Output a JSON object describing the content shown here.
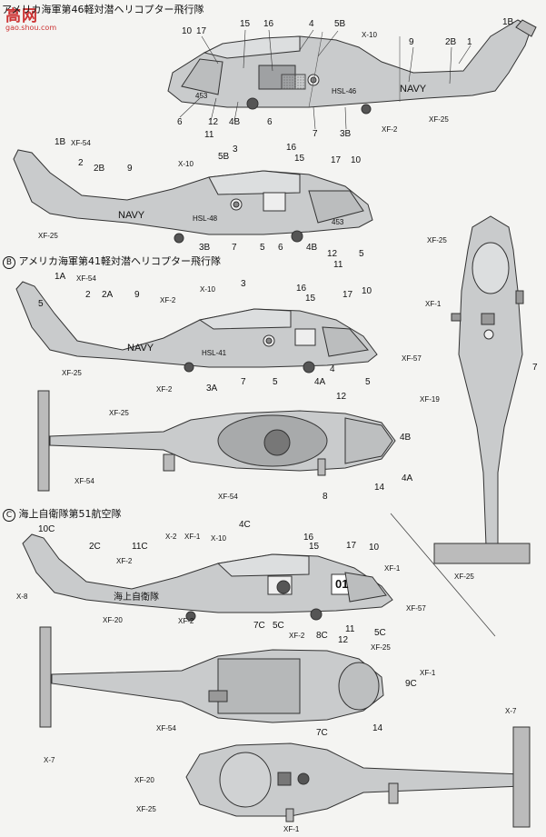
{
  "watermark": {
    "cn": "高网",
    "url": "gao.shou.com"
  },
  "sections": {
    "a_title": "アメリカ海軍第46軽対潜ヘリコプター飛行隊",
    "b_title": "アメリカ海軍第41軽対潜ヘリコプター飛行隊",
    "c_title": "海上自衛隊第51航空隊",
    "b_marker": "B",
    "c_marker": "C"
  },
  "markings": {
    "navy": "NAVY",
    "hsl46": "HSL-46",
    "hsl48": "HSL-48",
    "hsl41": "HSL-41",
    "n453": "453",
    "jmsdf": "海上自衛隊",
    "n01": "01"
  },
  "labels": {
    "a1": [
      "10",
      "17",
      "15",
      "16",
      "4",
      "5B",
      "X-10",
      "9",
      "2B",
      "1",
      "1B",
      "6",
      "12",
      "4B",
      "11",
      "6",
      "7",
      "3B",
      "XF-2",
      "XF-25"
    ],
    "a2": [
      "1B",
      "XF-54",
      "2",
      "2B",
      "9",
      "X-10",
      "3",
      "5B",
      "16",
      "15",
      "17",
      "10",
      "XF-25",
      "3B",
      "7",
      "5",
      "6",
      "4B",
      "12",
      "11",
      "5"
    ],
    "b": [
      "1A",
      "XF-54",
      "5",
      "2",
      "2A",
      "9",
      "XF-2",
      "X-10",
      "3",
      "16",
      "15",
      "17",
      "10",
      "XF-25",
      "XF-2",
      "3A",
      "7",
      "5",
      "4A",
      "4",
      "5",
      "12",
      "XF-57"
    ],
    "b_top": [
      "XF-25",
      "XF-54",
      "XF-54",
      "8",
      "14",
      "4B",
      "4A"
    ],
    "right_top": [
      "XF-25",
      "XF-1",
      "7",
      "XF-19",
      "XF-25"
    ],
    "c": [
      "10C",
      "2C",
      "11C",
      "XF-2",
      "X-2",
      "XF-1",
      "X-10",
      "4C",
      "16",
      "15",
      "17",
      "10",
      "XF-1",
      "X-8",
      "XF-20",
      "XF-2",
      "7C",
      "5C",
      "XF-2",
      "8C",
      "11",
      "12",
      "5C",
      "XF-25",
      "XF-57"
    ],
    "c_top": [
      "XF-1",
      "9C",
      "XF-54",
      "14",
      "X-7"
    ],
    "c_bottom": [
      "7C",
      "X-7",
      "XF-20",
      "XF-25",
      "XF-1"
    ]
  }
}
